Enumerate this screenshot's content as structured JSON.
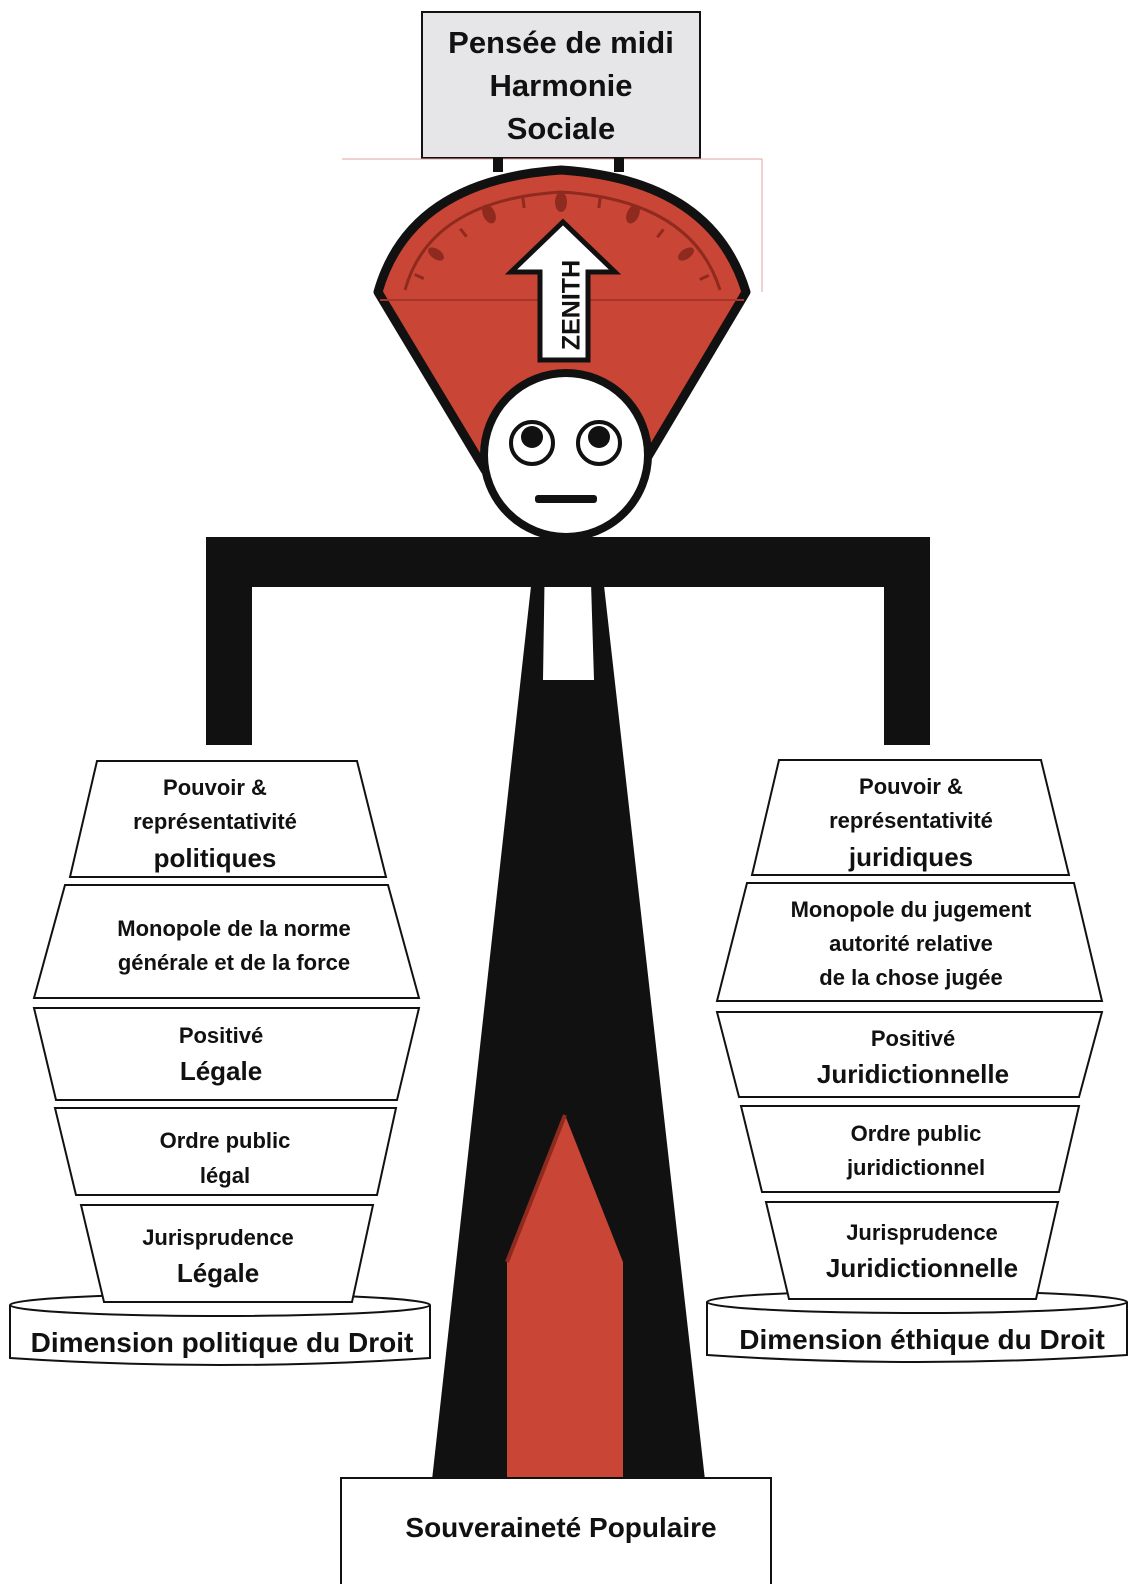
{
  "top_label": {
    "line1": "Pensée de midi",
    "line2": "Harmonie",
    "line3": "Sociale"
  },
  "zenith_arrow": {
    "label": "ZENITH"
  },
  "left_pan": {
    "tiers": [
      {
        "small1": "Pouvoir &",
        "small2": "représentativité",
        "big": "politiques"
      },
      {
        "small1": "Monopole de la norme",
        "small2": "générale et de la force"
      },
      {
        "small1": "Positivé",
        "big": "Légale"
      },
      {
        "small1": "Ordre public",
        "small2": "légal"
      },
      {
        "small1": "Jurisprudence",
        "big": "Légale"
      }
    ],
    "base_label": "Dimension politique du Droit"
  },
  "right_pan": {
    "tiers": [
      {
        "small1": "Pouvoir &",
        "small2": "représentativité",
        "big": "juridiques"
      },
      {
        "small1": "Monopole du jugement",
        "small2": "autorité  relative",
        "small3": "de la  chose jugée"
      },
      {
        "small1": "Positivé",
        "big": "Juridictionnelle"
      },
      {
        "small1": "Ordre public",
        "small2": "juridictionnel"
      },
      {
        "small1": "Jurisprudence",
        "big": "Juridictionnelle"
      }
    ],
    "base_label": "Dimension éthique du Droit"
  },
  "bottom_label": "Souveraineté Populaire",
  "colors": {
    "accent_red": "#c94535",
    "black": "#111111",
    "box_gray": "#e6e5e7"
  }
}
